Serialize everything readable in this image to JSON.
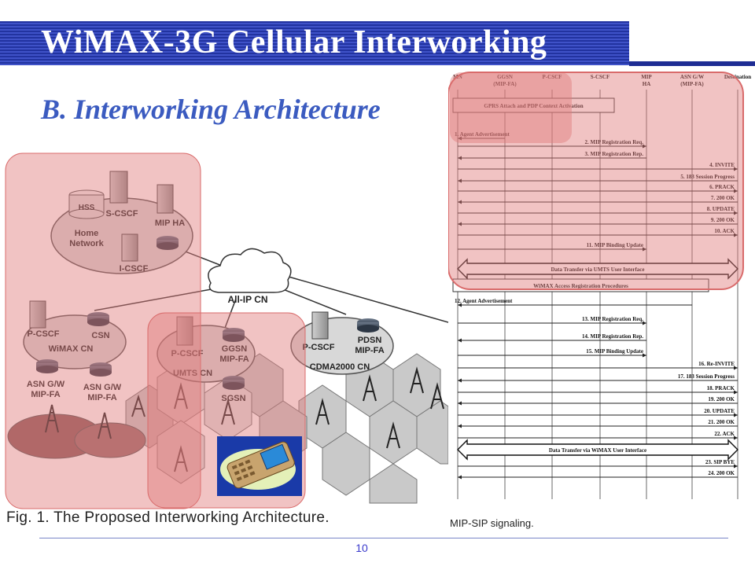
{
  "slide": {
    "title": "WiMAX-3G Cellular Interworking",
    "subtitle": "B. Interworking Architecture",
    "page_number": "10"
  },
  "architecture": {
    "caption": "Fig. 1.    The Proposed Interworking Architecture.",
    "home_network": {
      "label_line1": "Home",
      "label_line2": "Network",
      "hss": "HSS",
      "s_cscf": "S-CSCF",
      "mip_ha": "MIP HA",
      "i_cscf": "I-CSCF"
    },
    "core": "All-IP CN",
    "wimax": {
      "p_cscf": "P-CSCF",
      "csn": "CSN",
      "name": "WiMAX CN",
      "asn1_line1": "ASN G/W",
      "asn1_line2": "MIP-FA",
      "asn2_line1": "ASN G/W",
      "asn2_line2": "MIP-FA"
    },
    "umts": {
      "p_cscf": "P-CSCF",
      "ggsn_line1": "GGSN",
      "ggsn_line2": "MIP-FA",
      "name": "UMTS CN",
      "sgsn": "SGSN"
    },
    "cdma": {
      "p_cscf": "P-CSCF",
      "pdsn_line1": "PDSN",
      "pdsn_line2": "MIP-FA",
      "name": "CDMA2000 CN"
    },
    "highlight_color": "#e89a9a"
  },
  "sequence": {
    "caption": "MIP-SIP signaling.",
    "entities": [
      {
        "line1": "MN",
        "line2": ""
      },
      {
        "line1": "GGSN",
        "line2": "(MIP-FA)"
      },
      {
        "line1": "P-CSCF",
        "line2": ""
      },
      {
        "line1": "S-CSCF",
        "line2": ""
      },
      {
        "line1": "MIP",
        "line2": "HA"
      },
      {
        "line1": "ASN G/W",
        "line2": "(MIP-FA)"
      },
      {
        "line1": "Destination",
        "line2": ""
      }
    ],
    "boxes": [
      "GPRS Attach and PDP Context Activation",
      "WiMAX Access Registration Procedures"
    ],
    "bands": [
      "Data Transfer via UMTS User Interface",
      "Data Transfer via WiMAX User Interface"
    ],
    "messages": [
      "1. Agent Advertisement",
      "2. MIP Registration Req.",
      "3. MIP Registration Rep.",
      "4. INVITE",
      "5. 183 Session Progress",
      "6. PRACK",
      "7. 200 OK",
      "8. UPDATE",
      "9. 200 OK",
      "10. ACK",
      "11. MIP Binding Update",
      "12. Agent Advertisement",
      "13. MIP Registration Req.",
      "14. MIP Registration Rep.",
      "15. MIP Binding Update",
      "16. Re-INVITE",
      "17. 183 Session Progress",
      "18. PRACK",
      "19. 200 OK",
      "20. UPDATE",
      "21. 200 OK",
      "22. ACK",
      "23. SIP BYE",
      "24. 200 OK"
    ]
  }
}
